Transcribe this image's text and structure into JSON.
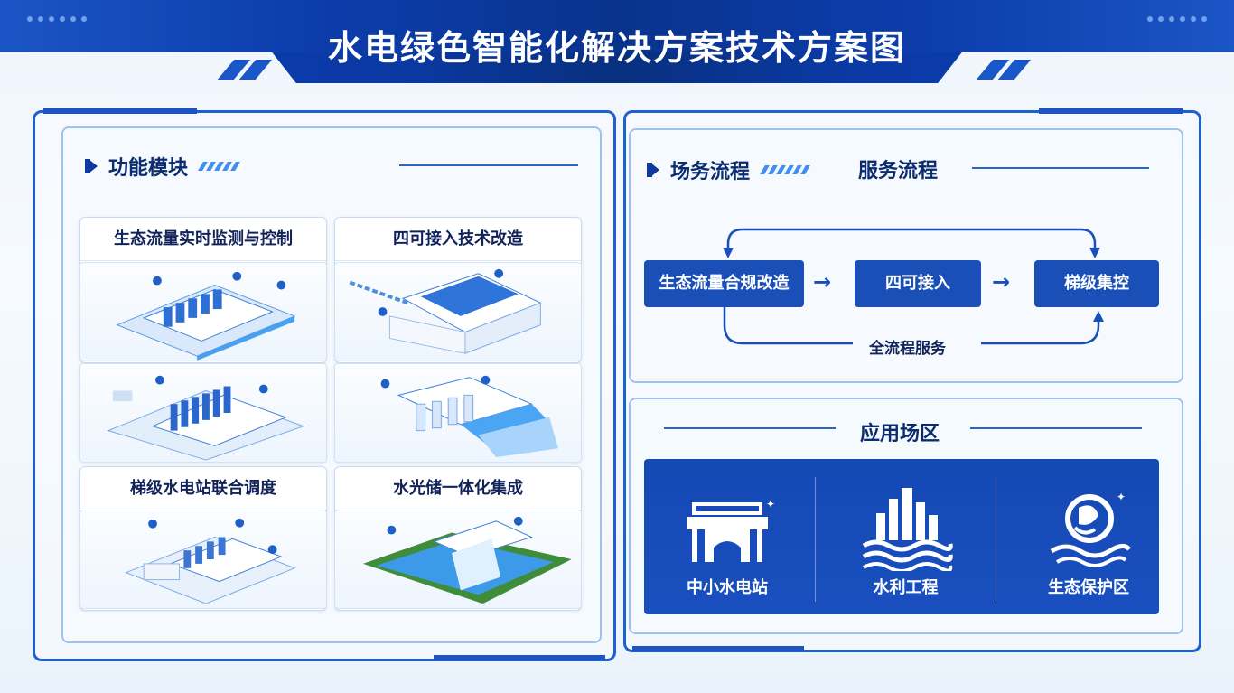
{
  "header": {
    "title": "水电绿色智能化解决方案技术方案图"
  },
  "left_panel": {
    "title": "功能模块",
    "modules": [
      {
        "label": "生态流量实时监测与控制"
      },
      {
        "label": "四可接入技术改造"
      },
      {
        "label": "梯级水电站联合调度"
      },
      {
        "label": "水光储一体化集成"
      }
    ]
  },
  "process_panel": {
    "title_left": "场务流程",
    "title_right": "服务流程",
    "steps": [
      "生态流量合规改造",
      "四可接入",
      "梯级集控"
    ],
    "loop_label": "全流程服务"
  },
  "application_panel": {
    "title": "应用场区",
    "items": [
      {
        "label": "中小水电站",
        "icon": "hydropower-station-icon"
      },
      {
        "label": "水利工程",
        "icon": "water-project-icon"
      },
      {
        "label": "生态保护区",
        "icon": "eco-reserve-icon"
      }
    ]
  },
  "colors": {
    "primary": "#1a4fb8",
    "header": "#0b3aa6",
    "frame": "#1f5fd0"
  }
}
